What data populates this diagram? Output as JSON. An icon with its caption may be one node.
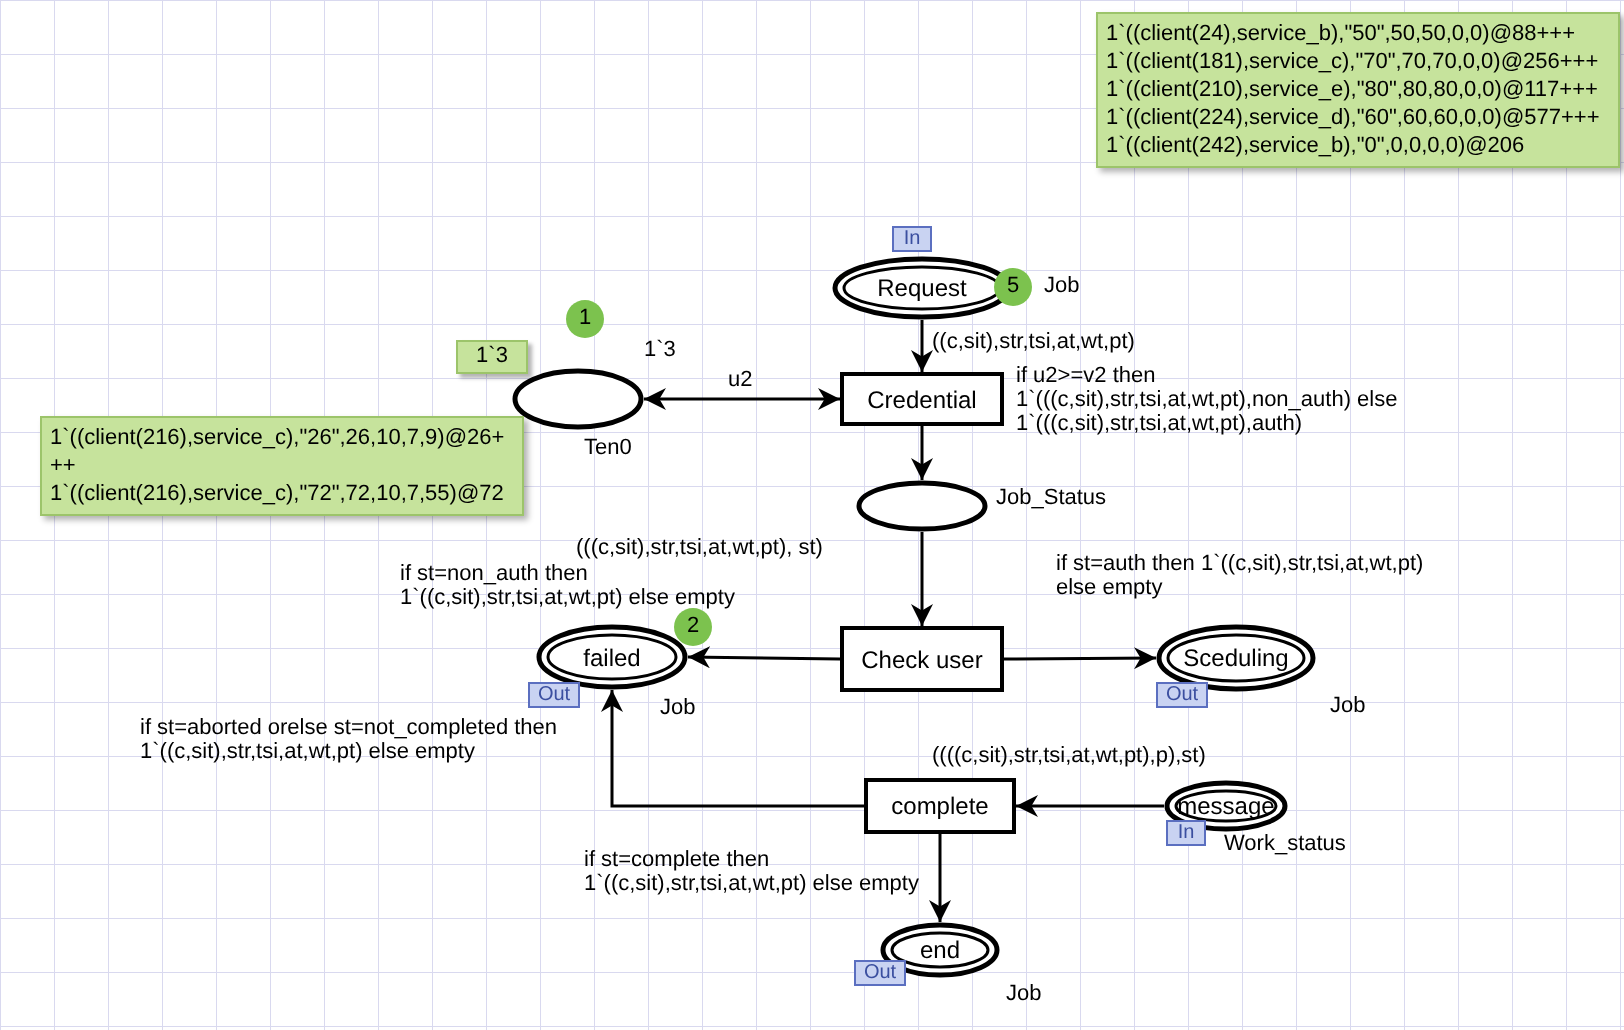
{
  "diagram": {
    "nodes": [
      {
        "text": [
          "Request"
        ]
      },
      {
        "text": [
          "In"
        ]
      },
      {
        "text": [
          "5"
        ]
      },
      {
        "text": [],
        "shape": "circle",
        "beside": [
          "1`3",
          "Ten0"
        ]
      },
      {
        "text": [
          "1`3"
        ]
      },
      {
        "text": [
          "1"
        ]
      },
      {
        "text": [
          "Credential"
        ]
      },
      {
        "text": [],
        "shape": "circle",
        "beside": [
          "Job_Status"
        ]
      },
      {
        "text": [
          "Check user"
        ]
      },
      {
        "text": [
          "failed"
        ],
        "beside": [
          "Job"
        ]
      },
      {
        "text": [
          "Out"
        ]
      },
      {
        "text": [
          "2"
        ]
      },
      {
        "text": [
          "Sceduling"
        ],
        "beside": [
          "Job"
        ]
      },
      {
        "text": [
          "Out"
        ]
      },
      {
        "text": [
          "complete"
        ]
      },
      {
        "text": [
          "message"
        ],
        "beside": [
          "Work_status"
        ]
      },
      {
        "text": [
          "In"
        ]
      },
      {
        "text": [
          "end"
        ],
        "beside": [
          "Job"
        ]
      },
      {
        "text": [
          "Out"
        ]
      },
      {
        "text": [
          "1`((client(24),service_b),\"50\",50,50,0,0)@88+++",
          "1`((client(181),service_c),\"70\",70,70,0,0)@256+++",
          "1`((client(210),service_e),\"80\",80,80,0,0)@117+++",
          "1`((client(224),service_d),\"60\",60,60,0,0)@577+++",
          "1`((client(242),service_b),\"0\",0,0,0,0)@206"
        ]
      },
      {
        "text": [
          "1`((client(216),service_c),\"26\",26,10,7,9)@26+++",
          "1`((client(216),service_c),\"72\",72,10,7,55)@72"
        ]
      }
    ],
    "edges": [
      {
        "from": 0,
        "to": 6,
        "arrow": "to",
        "label": "((c,sit),str,tsi,at,wt,pt)"
      },
      {
        "from": 3,
        "to": 6,
        "arrow": "both",
        "label": "u2"
      },
      {
        "from": 6,
        "to": 7,
        "arrow": "to",
        "label": "if u2>=v2 then 1`(((c,sit),str,tsi,at,wt,pt),non_auth) else 1`(((c,sit),str,tsi,at,wt,pt),auth)"
      },
      {
        "from": 7,
        "to": 8,
        "arrow": "to",
        "label": "(((c,sit),str,tsi,at,wt,pt), st)"
      },
      {
        "from": 8,
        "to": 9,
        "arrow": "to",
        "label": "if st=non_auth then 1`((c,sit),str,tsi,at,wt,pt) else empty"
      },
      {
        "from": 8,
        "to": 12,
        "arrow": "to",
        "label": "if st=auth then 1`((c,sit),str,tsi,at,wt,pt) else empty"
      },
      {
        "from": 15,
        "to": 14,
        "arrow": "to",
        "label": "((((c,sit),str,tsi,at,wt,pt),p),st)"
      },
      {
        "from": 14,
        "to": 9,
        "arrow": "to",
        "label": "if st=aborted orelse st=not_completed then 1`((c,sit),str,tsi,at,wt,pt) else empty"
      },
      {
        "from": 14,
        "to": 17,
        "arrow": "to",
        "label": "if st=complete then 1`((c,sit),str,tsi,at,wt,pt) else empty"
      }
    ],
    "labels": [
      "Job"
    ]
  }
}
